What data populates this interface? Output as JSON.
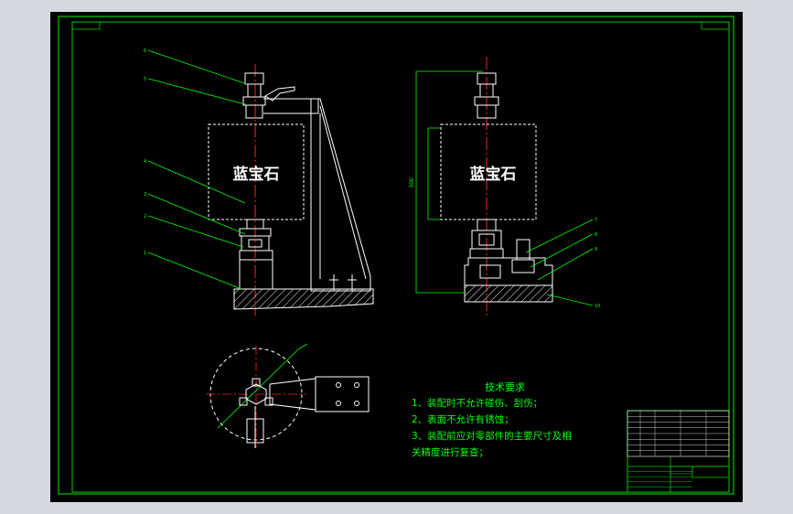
{
  "drawing": {
    "part_label_front": "蓝宝石",
    "part_label_side": "蓝宝石",
    "tech_title": "技术要求",
    "tech_items": [
      "1、装配时不允许碰伤、刮伤；",
      "2、表面不允许有锈蚀；",
      "3、装配前应对零部件的主要尺寸及相",
      "关精度进行复查；"
    ],
    "dimension_side": "300",
    "balloons_left": [
      "6",
      "5",
      "4",
      "3",
      "2",
      "1"
    ],
    "balloons_right": [
      "7",
      "8",
      "9",
      "10"
    ]
  },
  "colors": {
    "background": "#000000",
    "frame": "#00c800",
    "leader": "#00ff00",
    "outline": "#ffffff",
    "centerline": "#ff2020",
    "text": "#ffffff",
    "tech_text": "#00ff00",
    "outer_bg": "#d4d8df"
  }
}
